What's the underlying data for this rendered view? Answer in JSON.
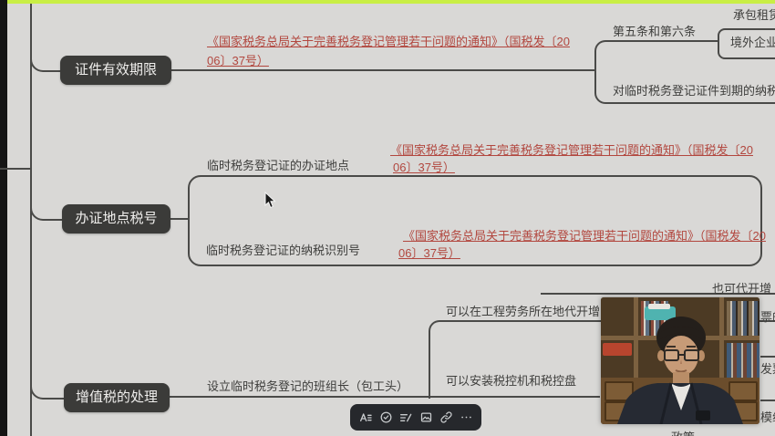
{
  "canvas": {
    "background": "#d9d8d6",
    "top_bar_color": "#c9ee45",
    "left_bar_color": "#151515",
    "line_color": "#4a4a48",
    "node_bg": "#3b3b39",
    "node_text_color": "#f0efed",
    "link_color": "#b2473f",
    "text_color": "#3e3e3c"
  },
  "doc_link": {
    "line1": "《国家税务总局关于完善税务登记管理若干问题的通知》（国税发〔20",
    "line2": "06〕37号）"
  },
  "branch_cert": {
    "label": "证件有效期限",
    "line_label": "第五条和第六条",
    "topic_top": "承包租赁",
    "topic_boxed": "境外企业",
    "topic_bottom": "对临时税务登记证件到期的纳税"
  },
  "branch_location": {
    "label": "办证地点税号",
    "child_location": "临时税务登记证的办证地点",
    "child_taxid": "临时税务登记证的纳税识别号"
  },
  "branch_vat": {
    "label": "增值税的处理",
    "child_leader": "设立临时税务登记的班组长（包工头）",
    "gc_invoice_site": "可以在工程劳务所在地代开增",
    "gc_also": "也可代开增",
    "gc_device": "可以安装税控机和税控盘"
  },
  "fragments": {
    "piao": "票的",
    "fapiao": "发票",
    "mo": "模组",
    "zhengce": "政策"
  },
  "toolbar": {
    "icons": [
      "format-text-icon",
      "check-circle-icon",
      "notes-icon",
      "image-icon",
      "link-icon",
      "more-icon"
    ]
  }
}
